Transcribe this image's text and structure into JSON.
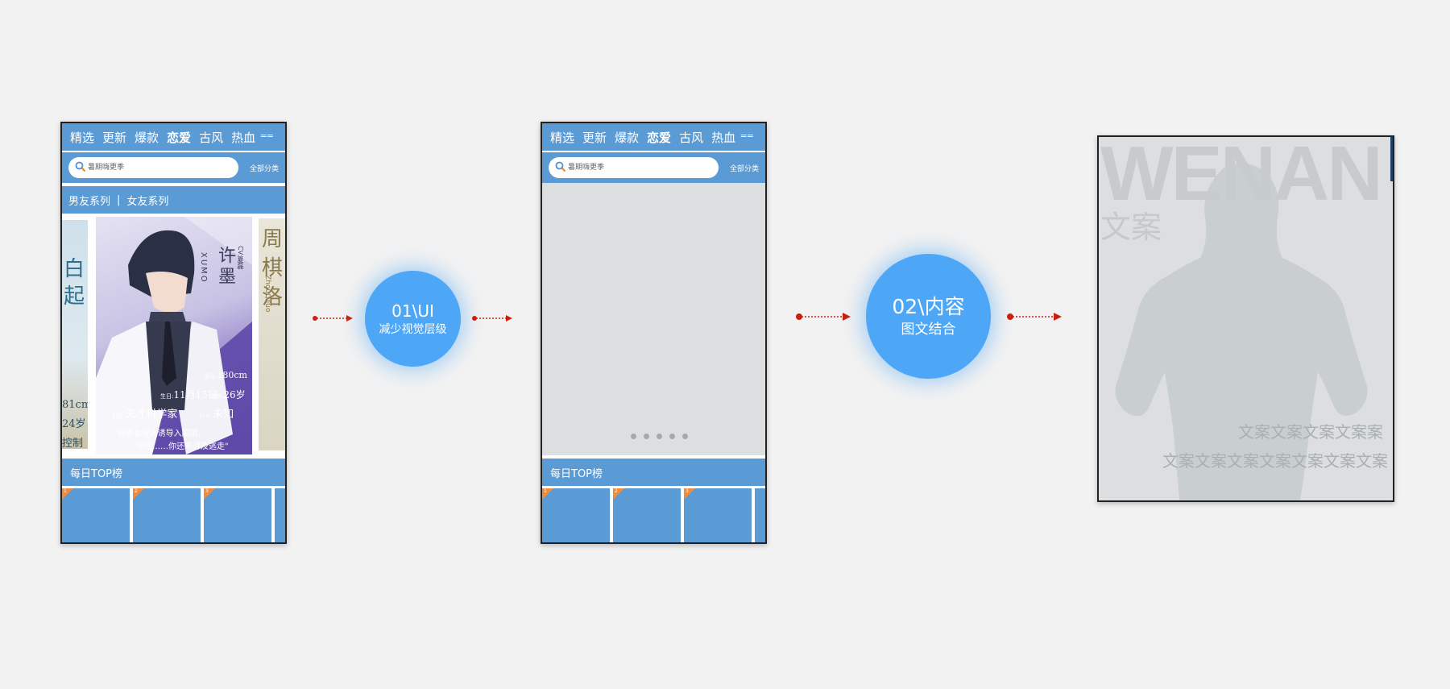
{
  "phone": {
    "nav_tabs": [
      "精选",
      "更新",
      "爆款",
      "恋爱",
      "古风",
      "热血"
    ],
    "active_tab": "恋爱",
    "menu_glyph": "==",
    "search_placeholder": "暑期嗨更季",
    "all_categories": "全部分类",
    "series_left": "男友系列",
    "series_sep": "|",
    "series_right": "女友系列",
    "top_list_title": "每日TOP榜",
    "rank_numbers": [
      "1",
      "2",
      "3"
    ]
  },
  "poster_card_main": {
    "name_zh": "许墨",
    "name_en": "XUMO",
    "cv": "CV:夏磊",
    "height_label": "身高:",
    "height": "180cm",
    "birthday_label": "生日:",
    "birthday": "11月15日",
    "age_label": "年龄:",
    "age": "26岁",
    "job_label": "职业:",
    "job": "天才科学家",
    "evol_label": "Evol:",
    "evol": "未知",
    "quote_line1": "\"感情会将人诱导入陷阱。",
    "quote_line2": "现在……你还来得及逃走\""
  },
  "poster_card_left": {
    "name_chars": [
      "白",
      "起"
    ],
    "info": [
      "81cm",
      "24岁",
      "控制"
    ]
  },
  "poster_card_right": {
    "name_chars": [
      "周",
      "棋",
      "洛"
    ],
    "name_en": "ZhouQiluo"
  },
  "carousel_dots": 5,
  "steps": [
    {
      "line1": "01\\UI",
      "line2": "减少视觉层级"
    },
    {
      "line1": "02\\内容",
      "line2": "图文结合"
    }
  ],
  "poster_example": {
    "big_word": "WENAN",
    "small_word": "文案",
    "copy_line1": "文案文案文案文案案",
    "copy_line2": "文案文案文案文案文案文案文案"
  },
  "colors": {
    "background": "#f2f2f2",
    "ui_blue": "#5b9bd5",
    "circle_blue": "#4ea6f7",
    "arrow_red": "#c9210f",
    "rank_badge": "#f08a3c",
    "placeholder_gray": "#dcdedf"
  }
}
